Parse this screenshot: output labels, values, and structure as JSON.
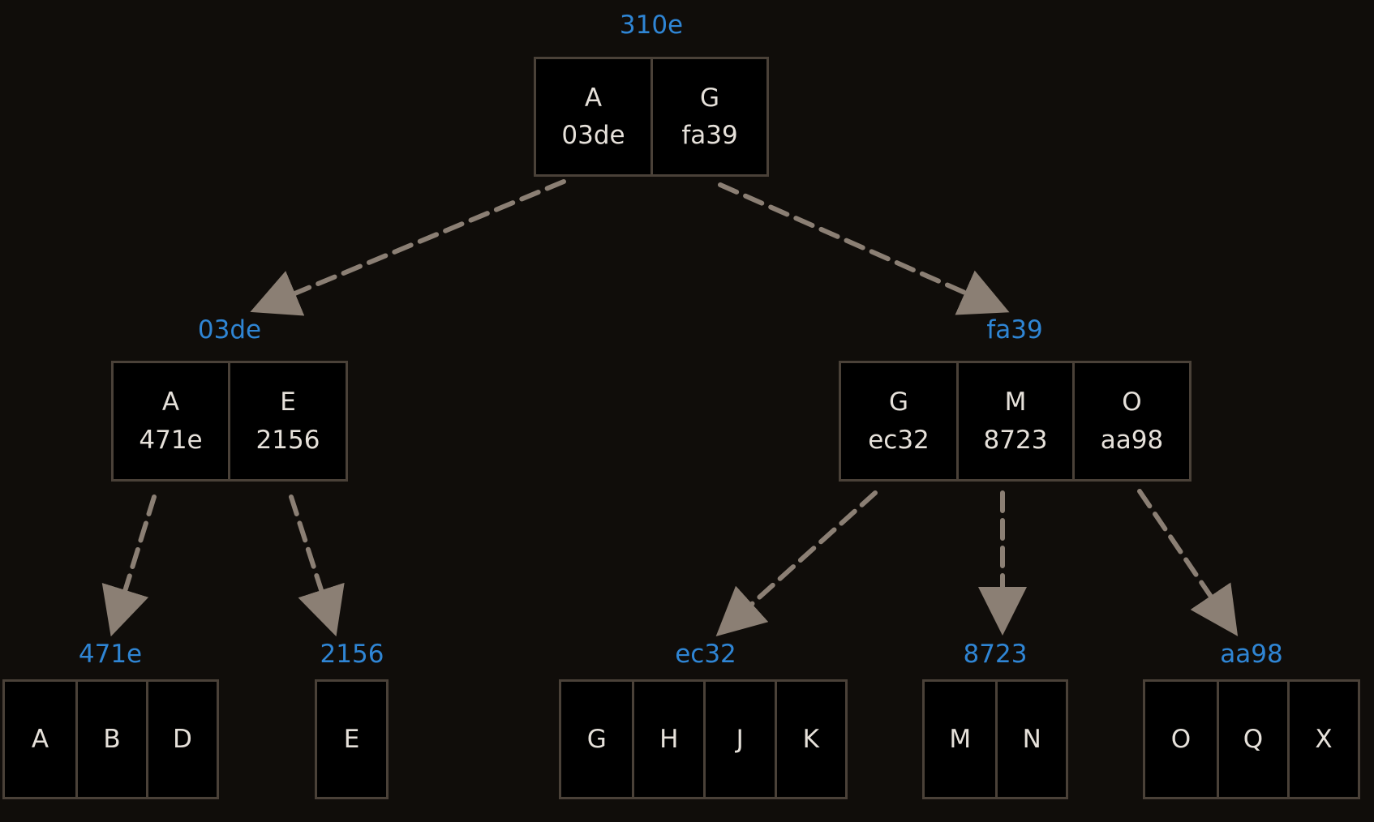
{
  "colors": {
    "background": "#100d0a",
    "hash": "#2f85d4",
    "text": "#e6e1da",
    "border": "#4a4138",
    "edge": "#8b7f74"
  },
  "root": {
    "hash": "310e",
    "entries": [
      {
        "key": "A",
        "ptr": "03de"
      },
      {
        "key": "G",
        "ptr": "fa39"
      }
    ]
  },
  "internal": [
    {
      "hash": "03de",
      "entries": [
        {
          "key": "A",
          "ptr": "471e"
        },
        {
          "key": "E",
          "ptr": "2156"
        }
      ]
    },
    {
      "hash": "fa39",
      "entries": [
        {
          "key": "G",
          "ptr": "ec32"
        },
        {
          "key": "M",
          "ptr": "8723"
        },
        {
          "key": "O",
          "ptr": "aa98"
        }
      ]
    }
  ],
  "leaves": [
    {
      "hash": "471e",
      "keys": [
        "A",
        "B",
        "D"
      ]
    },
    {
      "hash": "2156",
      "keys": [
        "E"
      ]
    },
    {
      "hash": "ec32",
      "keys": [
        "G",
        "H",
        "J",
        "K"
      ]
    },
    {
      "hash": "8723",
      "keys": [
        "M",
        "N"
      ]
    },
    {
      "hash": "aa98",
      "keys": [
        "O",
        "Q",
        "X"
      ]
    }
  ]
}
